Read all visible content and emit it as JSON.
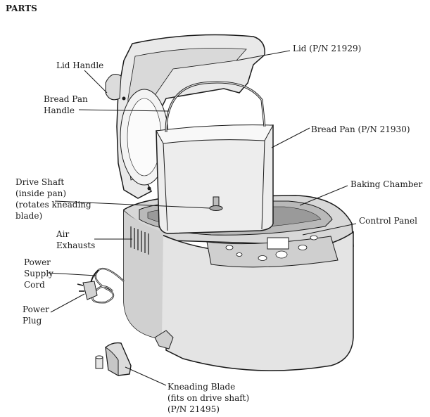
{
  "heading": "PARTS",
  "labels": {
    "lid": "Lid (P/N 21929)",
    "lid_handle": "Lid Handle",
    "bread_pan_handle": [
      "Bread Pan",
      "Handle"
    ],
    "bread_pan": "Bread Pan (P/N 21930)",
    "drive_shaft": [
      "Drive Shaft",
      "(inside pan)",
      "(rotates kneading",
      "blade)"
    ],
    "baking_chamber": "Baking Chamber",
    "control_panel": "Control Panel",
    "air_exhausts": [
      "Air",
      "Exhausts"
    ],
    "power_supply_cord": [
      "Power",
      "Supply",
      "Cord"
    ],
    "power_plug": [
      "Power",
      "Plug"
    ],
    "kneading_blade": [
      "Kneading Blade",
      "(fits on drive shaft)",
      "(P/N 21495)"
    ]
  }
}
